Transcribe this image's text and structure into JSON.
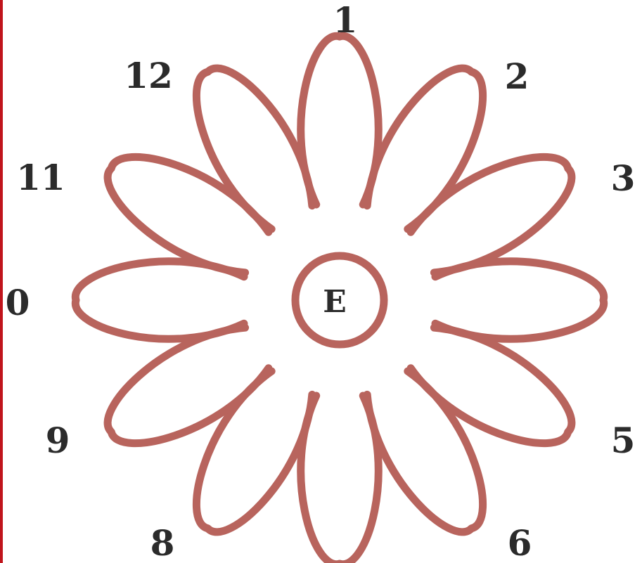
{
  "colors": {
    "petal_stroke": "#b8645d",
    "label_text": "#2b2b2b",
    "left_edge": "#c0141c",
    "background": "#ffffff"
  },
  "center": {
    "label": "E"
  },
  "petals": [
    {
      "id": "1",
      "label": "1"
    },
    {
      "id": "2",
      "label": "2"
    },
    {
      "id": "3",
      "label": "3"
    },
    {
      "id": "4",
      "label": ""
    },
    {
      "id": "5",
      "label": "5"
    },
    {
      "id": "6",
      "label": "6"
    },
    {
      "id": "7",
      "label": ""
    },
    {
      "id": "8",
      "label": "8"
    },
    {
      "id": "9",
      "label": "9"
    },
    {
      "id": "10",
      "label": "0"
    },
    {
      "id": "11",
      "label": "11"
    },
    {
      "id": "12",
      "label": "12"
    }
  ]
}
